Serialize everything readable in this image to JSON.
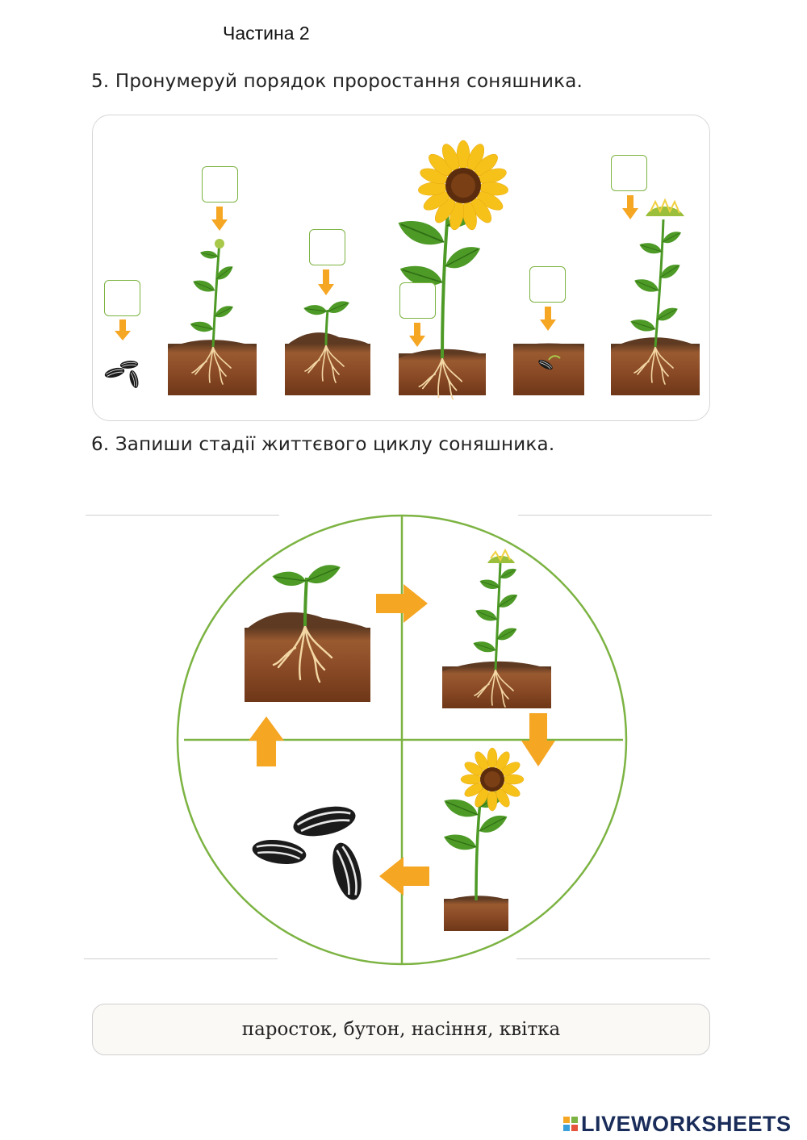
{
  "part_title": "Частина 2",
  "task5": {
    "title": "5. Пронумеруй порядок проростання соняшника.",
    "boxes": [
      "",
      "",
      "",
      "",
      "",
      ""
    ]
  },
  "task6": {
    "title": "6. Запиши стадії життєвого циклу соняшника.",
    "lines": [
      "",
      "",
      "",
      ""
    ]
  },
  "word_bank": "паросток, бутон, насіння, квітка",
  "logo": {
    "text": "LIVEWORKSHEETS",
    "colors": [
      "#f5a623",
      "#7cb342",
      "#3aa0dc",
      "#e5533d"
    ]
  },
  "colors": {
    "box_border": "#7cb342",
    "arrow": "#f5a623",
    "circle": "#7cb342",
    "soil": "#8a4a26",
    "leaf": "#4e9a27",
    "petal": "#f6c21a"
  }
}
